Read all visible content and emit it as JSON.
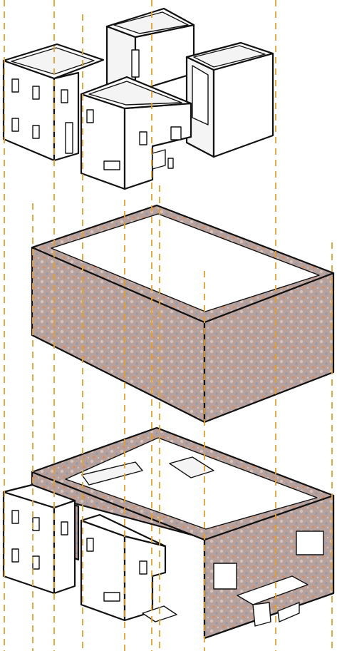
{
  "figure": {
    "panels": [
      "house-cluster",
      "wall-envelope",
      "combined-assembly"
    ]
  },
  "colors": {
    "guide_line": "#e0a030",
    "face_white": "#ffffff",
    "face_light": "#f4f4f4",
    "texture_base": "#b7a19d",
    "texture_light": "#d6c2bc",
    "texture_gray": "#9a9aa6",
    "texture_orange": "#d58c62",
    "outline": "#111111"
  }
}
